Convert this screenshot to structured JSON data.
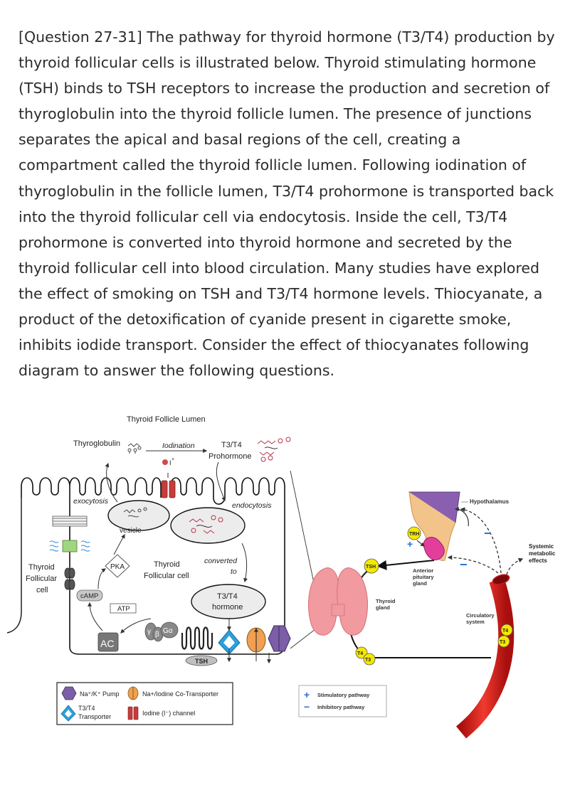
{
  "question": {
    "text": "[Question 27-31] The pathway for thyroid hormone (T3/T4) production by thyroid follicular cells is illustrated below. Thyroid stimulating hormone (TSH) binds to TSH receptors to increase the production and secretion of thyroglobulin into the thyroid follicle lumen. The presence of junctions separates the apical and basal regions of the cell, creating a compartment called the thyroid follicle lumen. Following iodination of thyroglobulin in the follicle lumen, T3/T4 prohormone is transported back into the thyroid follicular cell via endocytosis. Inside the cell, T3/T4 prohormone is converted into thyroid hormone and secreted by the thyroid follicular cell into blood circulation. Many studies have explored the effect of smoking on TSH and T3/T4 hormone levels. Thiocyanate, a product of the detoxification of cyanide present in cigarette smoke, inhibits iodide transport. Consider the effect of thiocyanates following diagram to answer the following questions."
  },
  "cell_diagram": {
    "lumen_label": "Thyroid Follicle Lumen",
    "thyroglobulin": "Thyroglobulin",
    "iodination": "Iodination",
    "prohormone_line1": "T3/T4",
    "prohormone_line2": "Prohormone",
    "iodide_ion": "I",
    "iodide_charge": "+",
    "exocytosis": "exocytosis",
    "endocytosis": "endocytosis",
    "vesicle": "vesicle",
    "pka": "PKA",
    "cell_title_line1": "Thyroid",
    "cell_title_line2": "Follicular cell",
    "converted_line1": "converted",
    "converted_line2": "to",
    "hormone_line1": "T3/T4",
    "hormone_line2": "hormone",
    "camp": "cAMP",
    "atp": "ATP",
    "ac": "AC",
    "gamma": "γ",
    "beta": "β",
    "g_alpha": "Gα",
    "tsh": "TSH",
    "left_cell_line1": "Thyroid",
    "left_cell_line2": "Follicular",
    "left_cell_line3": "cell"
  },
  "legend": {
    "pump": "Na⁺/K⁺ Pump",
    "cotransporter": "Na+/Iodine Co-Transporter",
    "transporter_line1": "T3/T4",
    "transporter_line2": "Transporter",
    "channel": "Iodine (I⁻) channel"
  },
  "axis_diagram": {
    "hypothalamus": "Hypothalamus",
    "trh": "TRH",
    "tsh": "TSH",
    "anterior_line1": "Anterior",
    "anterior_line2": "pituitary",
    "anterior_line3": "gland",
    "thyroid_line1": "Thyroid",
    "thyroid_line2": "gland",
    "circ_line1": "Circulatory",
    "circ_line2": "system",
    "systemic_line1": "Systemic",
    "systemic_line2": "metabolic",
    "systemic_line3": "effects",
    "t4": "T4",
    "t3": "T3",
    "plus": "+",
    "minus": "−"
  },
  "pathway_legend": {
    "plus": "+",
    "minus": "−",
    "stimulatory": "Stimulatory pathway",
    "inhibitory": "Inhibitory pathway"
  },
  "colors": {
    "pump": "#7b5ea7",
    "cotransporter": "#f0a050",
    "transporter": "#2ca0dc",
    "channel": "#c83c3c",
    "hypothalamus": "#8a5fb0",
    "pituitary": "#e23f9c",
    "thyroid": "#f19aa0",
    "vessel": "#d92121",
    "stim_blue": "#2a6fd6",
    "badge_yellow": "#f4e800"
  }
}
